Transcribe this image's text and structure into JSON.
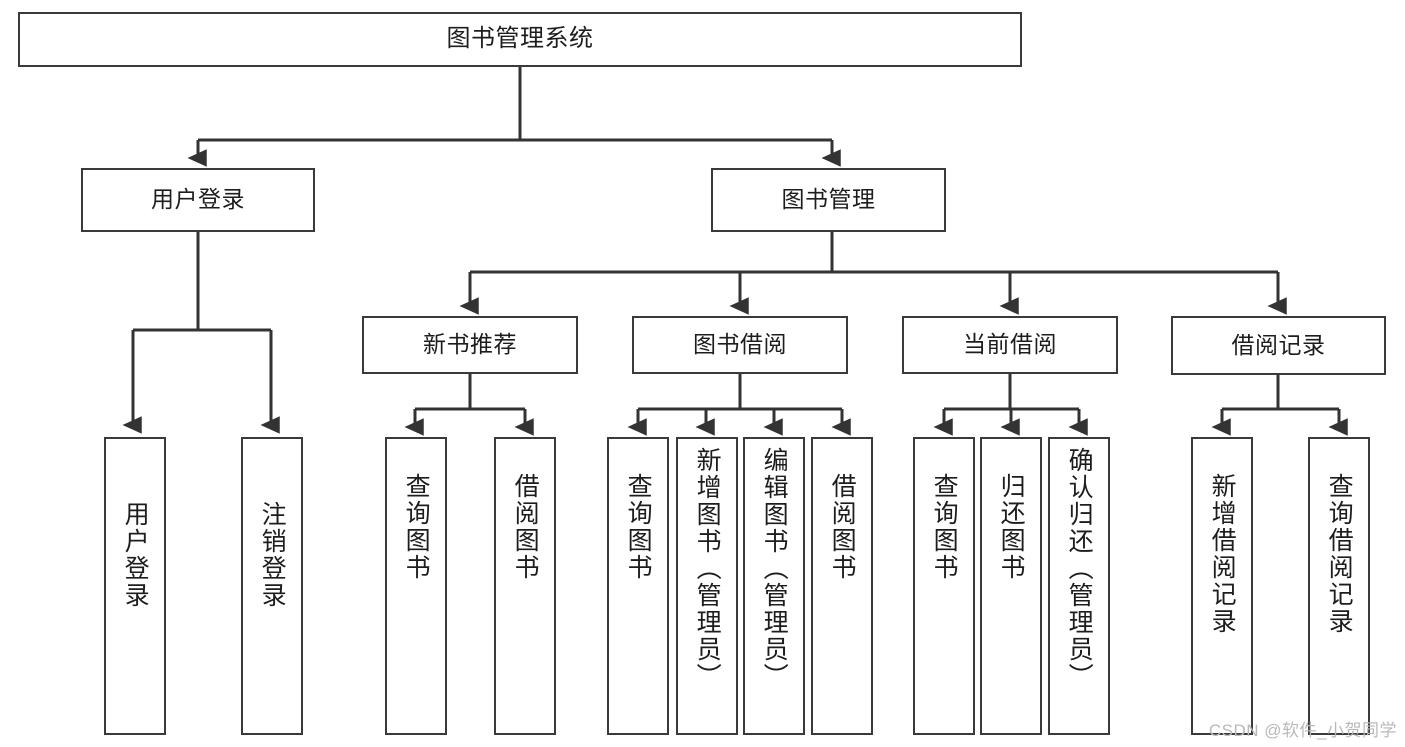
{
  "diagram": {
    "type": "tree-hierarchy",
    "title": "图书管理系统",
    "watermark": "CSDN @软件_小贺同学",
    "colors": {
      "box_border": "#3a3a3a",
      "box_fill": "#ffffff",
      "connector": "#333333",
      "text": "#1d1d1d",
      "watermark": "#b9b9b9"
    },
    "nodes": {
      "root": {
        "label": "图书管理系统"
      },
      "level2": [
        {
          "label": "用户登录"
        },
        {
          "label": "图书管理"
        }
      ],
      "level3": [
        {
          "label": "新书推荐"
        },
        {
          "label": "图书借阅"
        },
        {
          "label": "当前借阅"
        },
        {
          "label": "借阅记录"
        }
      ],
      "leaves": {
        "user_login": [
          {
            "label": "用户登录"
          },
          {
            "label": "注销登录"
          }
        ],
        "new_book_recommend": [
          {
            "label": "查询图书"
          },
          {
            "label": "借阅图书"
          }
        ],
        "book_borrow": [
          {
            "label": "查询图书"
          },
          {
            "label": "新增图书（管理员）"
          },
          {
            "label": "编辑图书（管理员）"
          },
          {
            "label": "借阅图书"
          }
        ],
        "current_borrow": [
          {
            "label": "查询图书"
          },
          {
            "label": "归还图书"
          },
          {
            "label": "确认归还（管理员）"
          }
        ],
        "borrow_record": [
          {
            "label": "新增借阅记录"
          },
          {
            "label": "查询借阅记录"
          }
        ]
      }
    }
  }
}
